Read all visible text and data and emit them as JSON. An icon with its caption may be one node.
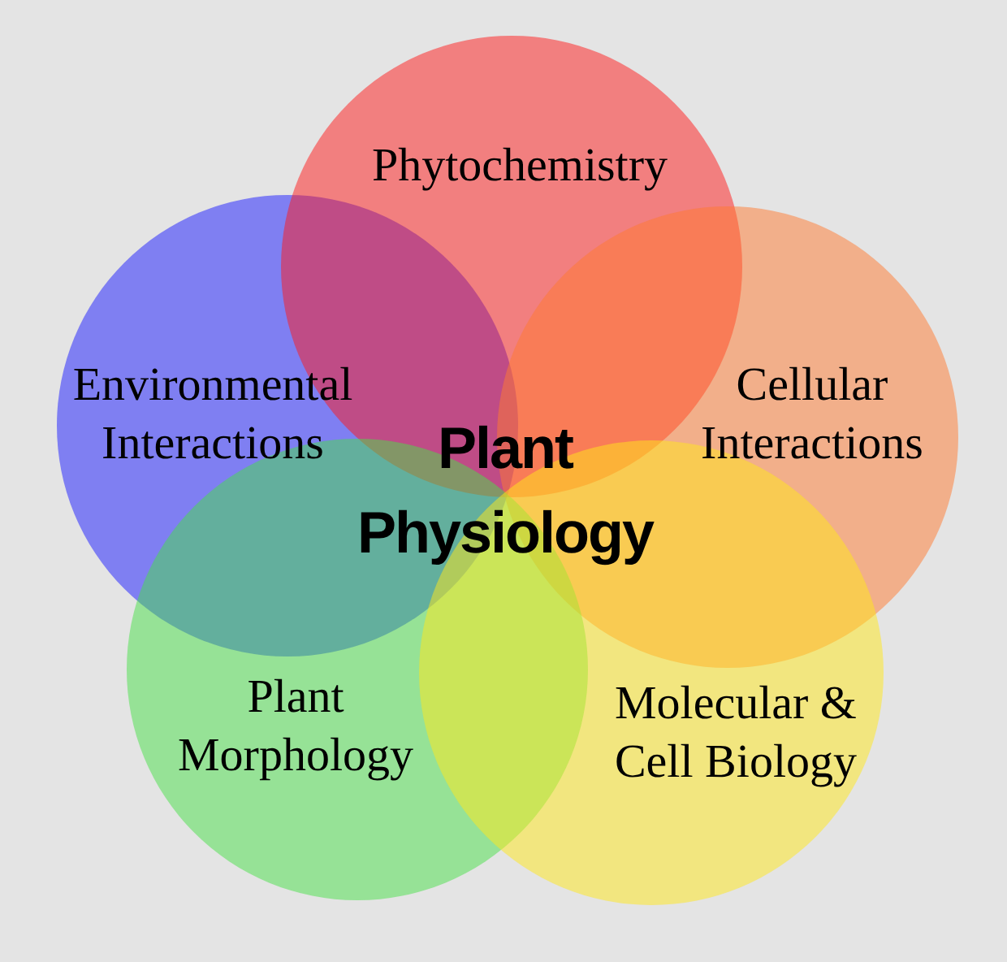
{
  "diagram": {
    "nodes": [
      {
        "text": [
          "Phytochemistry"
        ]
      },
      {
        "text": [
          "Environmental Interactions"
        ]
      },
      {
        "text": [
          "Cellular Interactions"
        ]
      },
      {
        "text": [
          "Plant Morphology"
        ]
      },
      {
        "text": [
          "Molecular & Cell Biology"
        ]
      }
    ],
    "labels": [
      "Plant Physiology"
    ]
  }
}
